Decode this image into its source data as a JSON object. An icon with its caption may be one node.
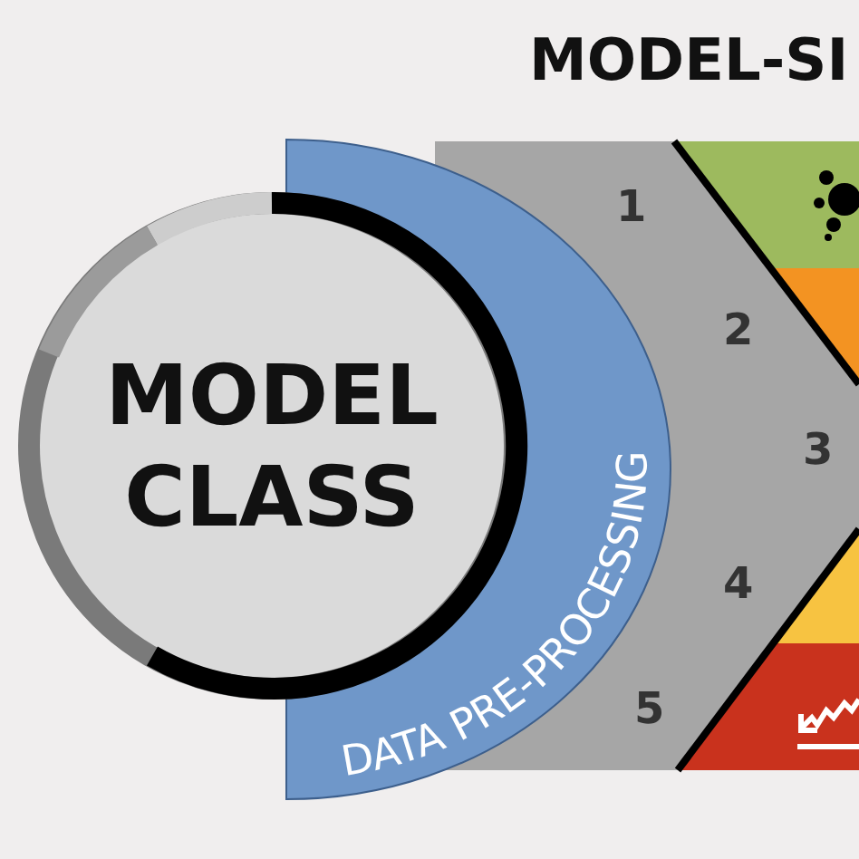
{
  "diagram": {
    "title": "MODEL-SI",
    "nodes": [
      {
        "text": [
          "MODEL CLASS"
        ]
      },
      {
        "text": [
          "DATA PRE-PROCESSING"
        ]
      }
    ],
    "edges": [],
    "labels": [
      "1",
      "2",
      "3",
      "4",
      "5"
    ]
  }
}
